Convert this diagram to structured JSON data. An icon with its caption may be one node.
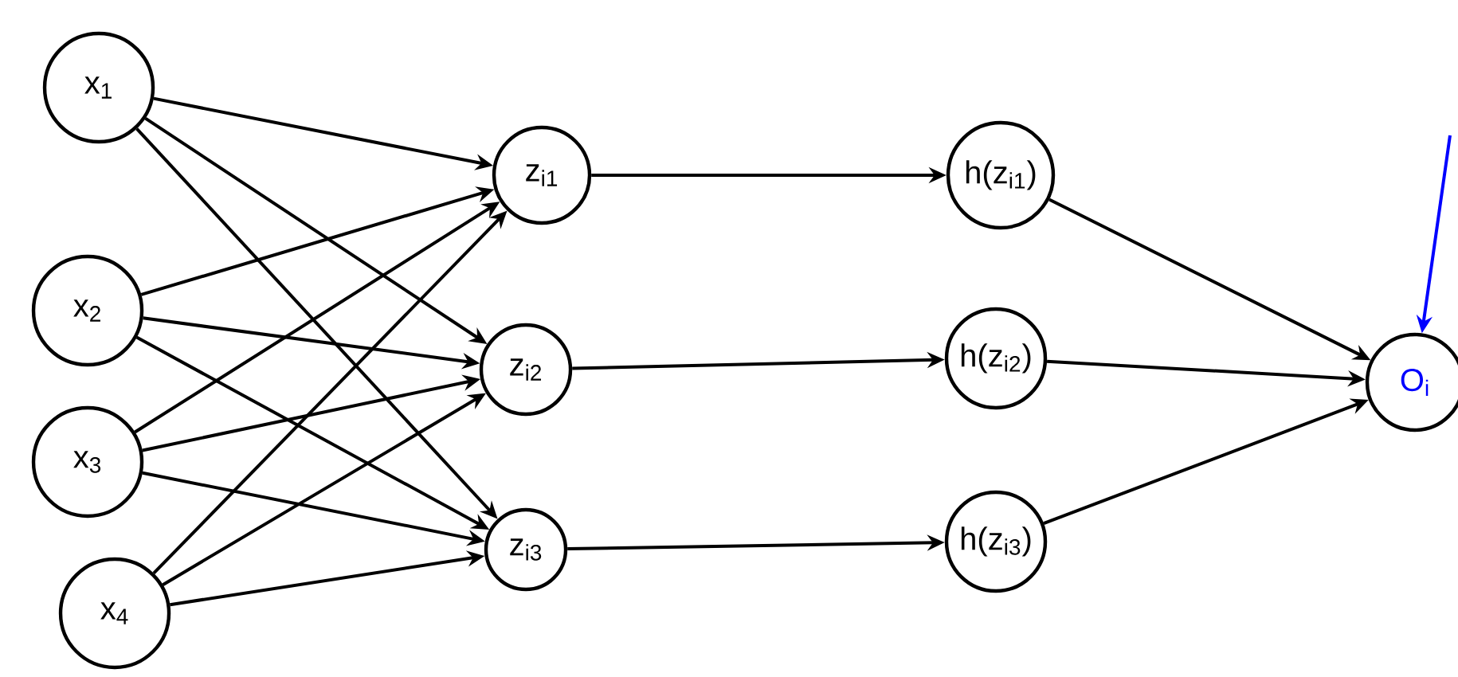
{
  "diagram": {
    "nodes": [
      {
        "text": [
          "x$_{1}$"
        ]
      },
      {
        "text": [
          "x$_{2}$"
        ]
      },
      {
        "text": [
          "x$_{3}$"
        ]
      },
      {
        "text": [
          "x$_{4}$"
        ]
      },
      {
        "text": [
          "z$_{i1}$"
        ]
      },
      {
        "text": [
          "z$_{i2}$"
        ]
      },
      {
        "text": [
          "z$_{i3}$"
        ]
      },
      {
        "text": [
          "h(z$_{i1}$)"
        ]
      },
      {
        "text": [
          "h(z$_{i2}$)"
        ]
      },
      {
        "text": [
          "h(z$_{i3}$)"
        ]
      },
      {
        "text": [
          "O$_{i}$"
        ]
      }
    ],
    "edges": [
      {
        "from": 0,
        "to": 4,
        "arrow": "to"
      },
      {
        "from": 0,
        "to": 5,
        "arrow": "to"
      },
      {
        "from": 0,
        "to": 6,
        "arrow": "to"
      },
      {
        "from": 1,
        "to": 4,
        "arrow": "to"
      },
      {
        "from": 1,
        "to": 5,
        "arrow": "to"
      },
      {
        "from": 1,
        "to": 6,
        "arrow": "to"
      },
      {
        "from": 2,
        "to": 4,
        "arrow": "to"
      },
      {
        "from": 2,
        "to": 5,
        "arrow": "to"
      },
      {
        "from": 2,
        "to": 6,
        "arrow": "to"
      },
      {
        "from": 3,
        "to": 4,
        "arrow": "to"
      },
      {
        "from": 3,
        "to": 5,
        "arrow": "to"
      },
      {
        "from": 3,
        "to": 6,
        "arrow": "to"
      },
      {
        "from": 4,
        "to": 7,
        "arrow": "to"
      },
      {
        "from": 5,
        "to": 8,
        "arrow": "to"
      },
      {
        "from": 6,
        "to": 9,
        "arrow": "to"
      },
      {
        "from": 7,
        "to": 10,
        "arrow": "to"
      },
      {
        "from": 8,
        "to": 10,
        "arrow": "to"
      },
      {
        "from": 9,
        "to": 10,
        "arrow": "to"
      },
      {
        "from": null,
        "to": 10,
        "arrow": "to",
        "color": "#0000ff"
      }
    ]
  }
}
